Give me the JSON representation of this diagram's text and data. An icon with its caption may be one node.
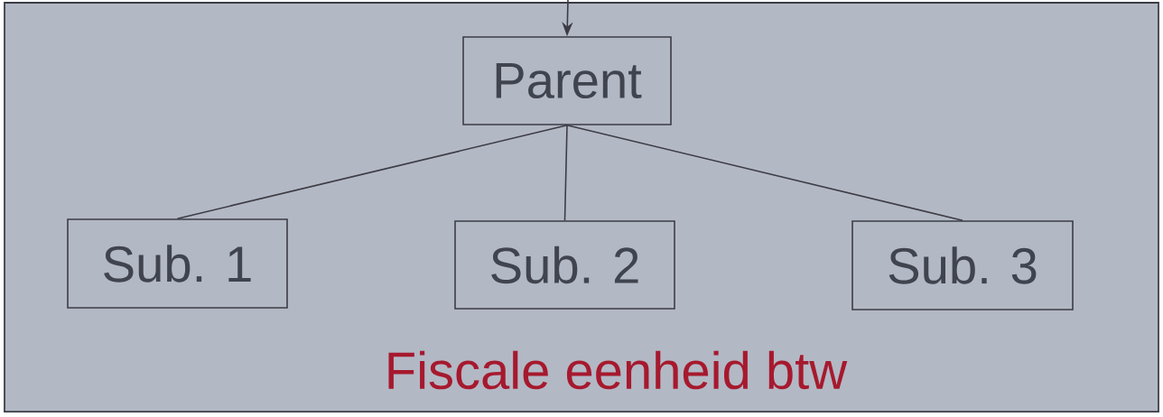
{
  "diagram": {
    "nodes": [
      {
        "text": [
          "Fiscale eenheid btw"
        ]
      },
      {
        "text": [
          "Parent"
        ],
        "in": 0
      },
      {
        "text": [
          "Sub. 1"
        ],
        "in": 0
      },
      {
        "text": [
          "Sub. 2"
        ],
        "in": 0
      },
      {
        "text": [
          "Sub. 3"
        ],
        "in": 0
      }
    ],
    "edges": [
      {
        "from": null,
        "to": 1,
        "arrow": "to"
      },
      {
        "from": 1,
        "to": 2,
        "arrow": "none"
      },
      {
        "from": 1,
        "to": 3,
        "arrow": "none"
      },
      {
        "from": 1,
        "to": 4,
        "arrow": "none"
      }
    ]
  }
}
